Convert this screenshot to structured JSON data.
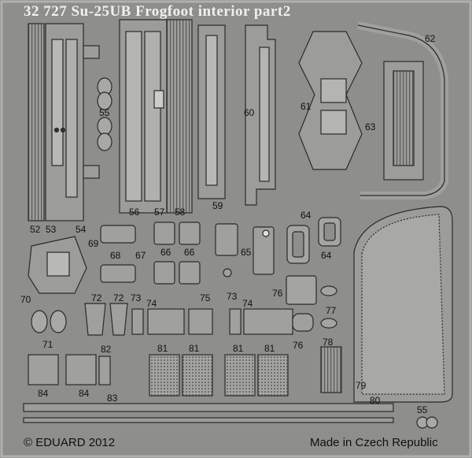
{
  "sheet": {
    "title": "32 727  Su-25UB Frogfoot interior   part2",
    "copyright": "© EDUARD 2012",
    "origin": "Made in Czech Republic"
  },
  "part_numbers": [
    {
      "id": "p52",
      "text": "52"
    },
    {
      "id": "p53",
      "text": "53"
    },
    {
      "id": "p54",
      "text": "54"
    },
    {
      "id": "p55a",
      "text": "55"
    },
    {
      "id": "p56",
      "text": "56"
    },
    {
      "id": "p57",
      "text": "57"
    },
    {
      "id": "p58",
      "text": "58"
    },
    {
      "id": "p59",
      "text": "59"
    },
    {
      "id": "p60",
      "text": "60"
    },
    {
      "id": "p61",
      "text": "61"
    },
    {
      "id": "p62",
      "text": "62"
    },
    {
      "id": "p63",
      "text": "63"
    },
    {
      "id": "p64a",
      "text": "64"
    },
    {
      "id": "p64b",
      "text": "64"
    },
    {
      "id": "p65",
      "text": "65"
    },
    {
      "id": "p66a",
      "text": "66"
    },
    {
      "id": "p66b",
      "text": "66"
    },
    {
      "id": "p67",
      "text": "67"
    },
    {
      "id": "p68",
      "text": "68"
    },
    {
      "id": "p69",
      "text": "69"
    },
    {
      "id": "p70",
      "text": "70"
    },
    {
      "id": "p71",
      "text": "71"
    },
    {
      "id": "p72a",
      "text": "72"
    },
    {
      "id": "p72b",
      "text": "72"
    },
    {
      "id": "p73a",
      "text": "73"
    },
    {
      "id": "p73b",
      "text": "73"
    },
    {
      "id": "p74a",
      "text": "74"
    },
    {
      "id": "p74b",
      "text": "74"
    },
    {
      "id": "p75",
      "text": "75"
    },
    {
      "id": "p76a",
      "text": "76"
    },
    {
      "id": "p76b",
      "text": "76"
    },
    {
      "id": "p77",
      "text": "77"
    },
    {
      "id": "p78",
      "text": "78"
    },
    {
      "id": "p79",
      "text": "79"
    },
    {
      "id": "p80",
      "text": "80"
    },
    {
      "id": "p81a",
      "text": "81"
    },
    {
      "id": "p81b",
      "text": "81"
    },
    {
      "id": "p81c",
      "text": "81"
    },
    {
      "id": "p81d",
      "text": "81"
    },
    {
      "id": "p82",
      "text": "82"
    },
    {
      "id": "p83",
      "text": "83"
    },
    {
      "id": "p84a",
      "text": "84"
    },
    {
      "id": "p84b",
      "text": "84"
    },
    {
      "id": "p55b",
      "text": "55"
    }
  ],
  "colors": {
    "fret": "#8e8e8a",
    "part": "#9c9c98",
    "edge": "#2a2a28",
    "highlight": "#c8c8c4",
    "title": "#f0f0ec"
  }
}
